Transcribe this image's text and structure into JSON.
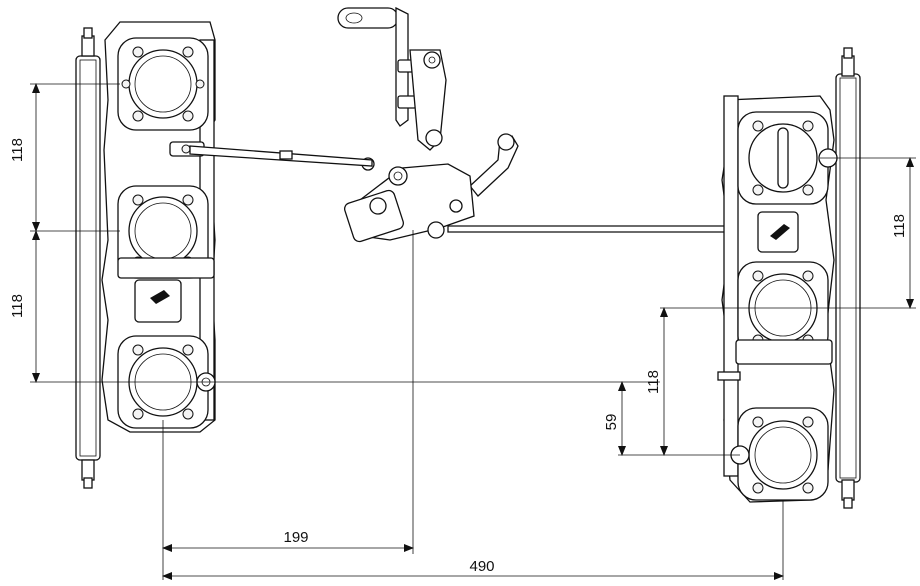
{
  "dimensions": {
    "left_upper_spacing": "118",
    "left_lower_spacing": "118",
    "right_upper_spacing": "118",
    "right_lower_spacing": "118",
    "vertical_offset": "59",
    "linkage_offset": "199",
    "overall_width": "490"
  },
  "colors": {
    "line": "#111111",
    "background": "#ffffff"
  }
}
